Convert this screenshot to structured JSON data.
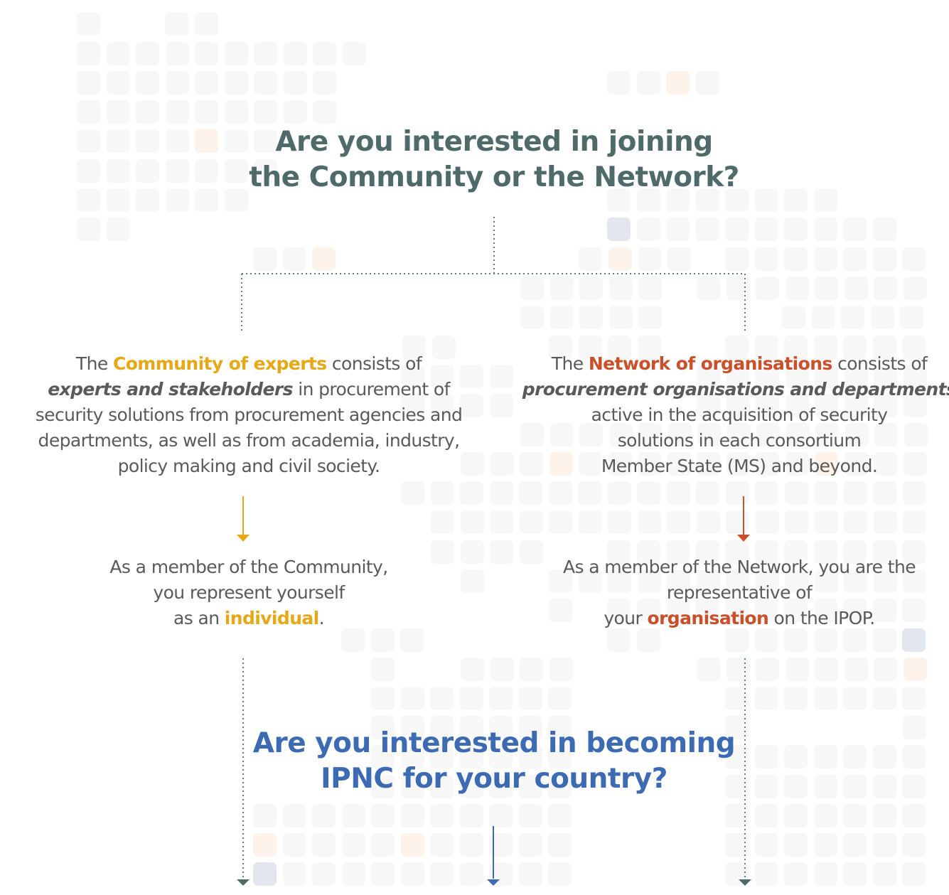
{
  "colors": {
    "heading_primary": "#4f6b69",
    "heading_secondary": "#3d6bb3",
    "body_text": "#5a5a5a",
    "community_accent": "#e6a817",
    "network_accent": "#c9502a",
    "connector_dotted": "#5f7f7c",
    "ipnc_arrow": "#3d6bb3"
  },
  "question_join": {
    "line1": "Are you interested in joining",
    "line2": "the Community or the Network?"
  },
  "community": {
    "desc": {
      "prefix": "The ",
      "highlight": "Community of experts",
      "after_highlight": " consists of",
      "emphasis": "experts and stakeholders",
      "after_emphasis": " in procurement of",
      "line3": "security solutions from procurement agencies and",
      "line4": "departments, as well as from academia, industry,",
      "line5": "policy making and civil society."
    },
    "member": {
      "line1": "As a member of the Community,",
      "line2": "you represent yourself",
      "prefix3": "as an ",
      "highlight": "individual",
      "suffix3": "."
    }
  },
  "network": {
    "desc": {
      "prefix": "The ",
      "highlight": "Network of organisations",
      "after_highlight": " consists of",
      "emphasis": "procurement organisations and departments",
      "line3": "active in the acquisition of security",
      "line4": "solutions in each consortium",
      "line5": "Member State (MS) and beyond."
    },
    "member": {
      "line1": "As a member of the Network, you are the",
      "line2": "representative of",
      "prefix3": "your ",
      "highlight": "organisation",
      "suffix3": " on the IPOP."
    }
  },
  "question_ipnc": {
    "line1": "Are you interested in becoming",
    "line2": "IPNC for your country?"
  }
}
